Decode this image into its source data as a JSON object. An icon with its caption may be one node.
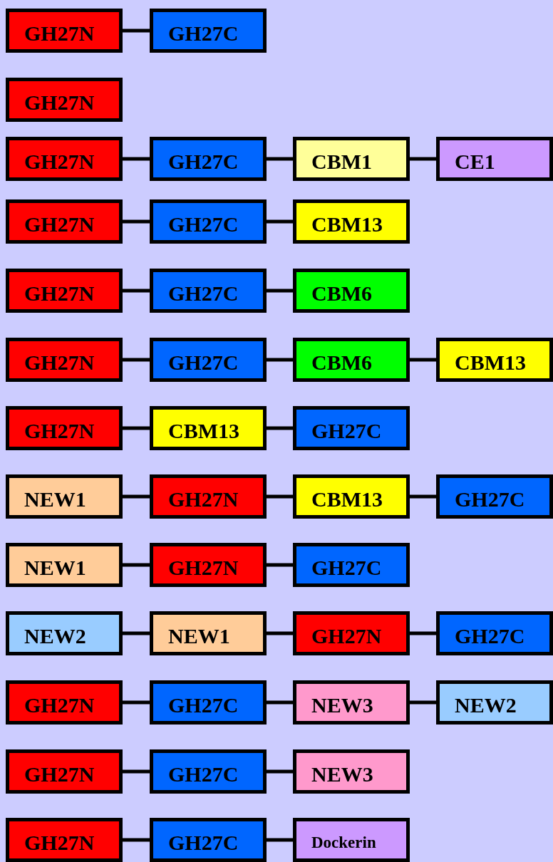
{
  "diagram": {
    "nodes": [
      {
        "text": [
          "GH27N"
        ]
      },
      {
        "text": [
          "GH27C"
        ]
      },
      {
        "text": [
          "GH27N"
        ]
      },
      {
        "text": [
          "GH27N"
        ]
      },
      {
        "text": [
          "GH27C"
        ]
      },
      {
        "text": [
          "CBM1"
        ]
      },
      {
        "text": [
          "CE1"
        ]
      },
      {
        "text": [
          "GH27N"
        ]
      },
      {
        "text": [
          "GH27C"
        ]
      },
      {
        "text": [
          "CBM13"
        ]
      },
      {
        "text": [
          "GH27N"
        ]
      },
      {
        "text": [
          "GH27C"
        ]
      },
      {
        "text": [
          "CBM6"
        ]
      },
      {
        "text": [
          "GH27N"
        ]
      },
      {
        "text": [
          "GH27C"
        ]
      },
      {
        "text": [
          "CBM6"
        ]
      },
      {
        "text": [
          "CBM13"
        ]
      },
      {
        "text": [
          "GH27N"
        ]
      },
      {
        "text": [
          "CBM13"
        ]
      },
      {
        "text": [
          "GH27C"
        ]
      },
      {
        "text": [
          "NEW1"
        ]
      },
      {
        "text": [
          "GH27N"
        ]
      },
      {
        "text": [
          "CBM13"
        ]
      },
      {
        "text": [
          "GH27C"
        ]
      },
      {
        "text": [
          "NEW1"
        ]
      },
      {
        "text": [
          "GH27N"
        ]
      },
      {
        "text": [
          "GH27C"
        ]
      },
      {
        "text": [
          "NEW2"
        ]
      },
      {
        "text": [
          "NEW1"
        ]
      },
      {
        "text": [
          "GH27N"
        ]
      },
      {
        "text": [
          "GH27C"
        ]
      },
      {
        "text": [
          "GH27N"
        ]
      },
      {
        "text": [
          "GH27C"
        ]
      },
      {
        "text": [
          "NEW3"
        ]
      },
      {
        "text": [
          "NEW2"
        ]
      },
      {
        "text": [
          "GH27N"
        ]
      },
      {
        "text": [
          "GH27C"
        ]
      },
      {
        "text": [
          "NEW3"
        ]
      },
      {
        "text": [
          "GH27N"
        ]
      },
      {
        "text": [
          "GH27C"
        ]
      },
      {
        "text": [
          "Dockerin"
        ]
      }
    ],
    "edges": [
      {
        "from": 0,
        "to": 1,
        "arrow": "none"
      },
      {
        "from": 3,
        "to": 4,
        "arrow": "none"
      },
      {
        "from": 4,
        "to": 5,
        "arrow": "none"
      },
      {
        "from": 5,
        "to": 6,
        "arrow": "none"
      },
      {
        "from": 7,
        "to": 8,
        "arrow": "none"
      },
      {
        "from": 8,
        "to": 9,
        "arrow": "none"
      },
      {
        "from": 10,
        "to": 11,
        "arrow": "none"
      },
      {
        "from": 11,
        "to": 12,
        "arrow": "none"
      },
      {
        "from": 13,
        "to": 14,
        "arrow": "none"
      },
      {
        "from": 14,
        "to": 15,
        "arrow": "none"
      },
      {
        "from": 15,
        "to": 16,
        "arrow": "none"
      },
      {
        "from": 17,
        "to": 18,
        "arrow": "none"
      },
      {
        "from": 18,
        "to": 19,
        "arrow": "none"
      },
      {
        "from": 20,
        "to": 21,
        "arrow": "none"
      },
      {
        "from": 21,
        "to": 22,
        "arrow": "none"
      },
      {
        "from": 22,
        "to": 23,
        "arrow": "none"
      },
      {
        "from": 24,
        "to": 25,
        "arrow": "none"
      },
      {
        "from": 25,
        "to": 26,
        "arrow": "none"
      },
      {
        "from": 27,
        "to": 28,
        "arrow": "none"
      },
      {
        "from": 28,
        "to": 29,
        "arrow": "none"
      },
      {
        "from": 29,
        "to": 30,
        "arrow": "none"
      },
      {
        "from": 31,
        "to": 32,
        "arrow": "none"
      },
      {
        "from": 32,
        "to": 33,
        "arrow": "none"
      },
      {
        "from": 33,
        "to": 34,
        "arrow": "none"
      },
      {
        "from": 35,
        "to": 36,
        "arrow": "none"
      },
      {
        "from": 36,
        "to": 37,
        "arrow": "none"
      },
      {
        "from": 38,
        "to": 39,
        "arrow": "none"
      },
      {
        "from": 39,
        "to": 40,
        "arrow": "none"
      }
    ]
  }
}
